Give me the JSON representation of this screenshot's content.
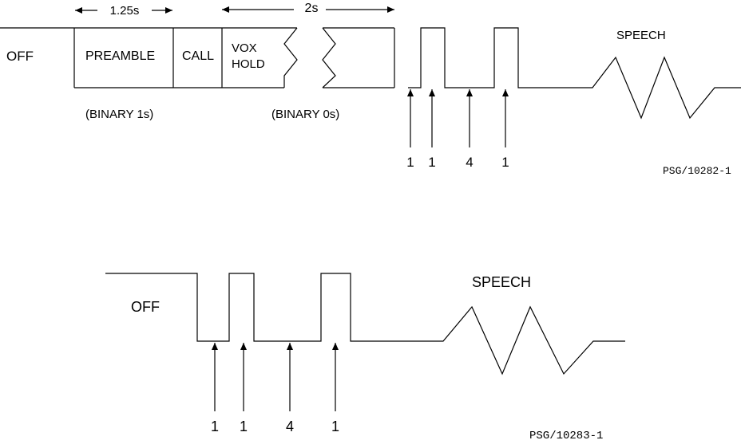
{
  "top_diagram": {
    "dim_preamble": "1.25s",
    "dim_total": "2s",
    "segment_off": "OFF",
    "segment_preamble": "PREAMBLE",
    "segment_call": "CALL",
    "segment_vox_line1": "VOX",
    "segment_vox_line2": "HOLD",
    "note_binary_ones": "(BINARY 1s)",
    "note_binary_zeros": "(BINARY 0s)",
    "speech_label": "SPEECH",
    "pulse_labels": [
      "1",
      "1",
      "4",
      "1"
    ],
    "figure_id": "PSG/10282-1"
  },
  "bottom_diagram": {
    "off_label": "OFF",
    "speech_label": "SPEECH",
    "pulse_labels": [
      "1",
      "1",
      "4",
      "1"
    ],
    "figure_id": "PSG/10283-1"
  }
}
